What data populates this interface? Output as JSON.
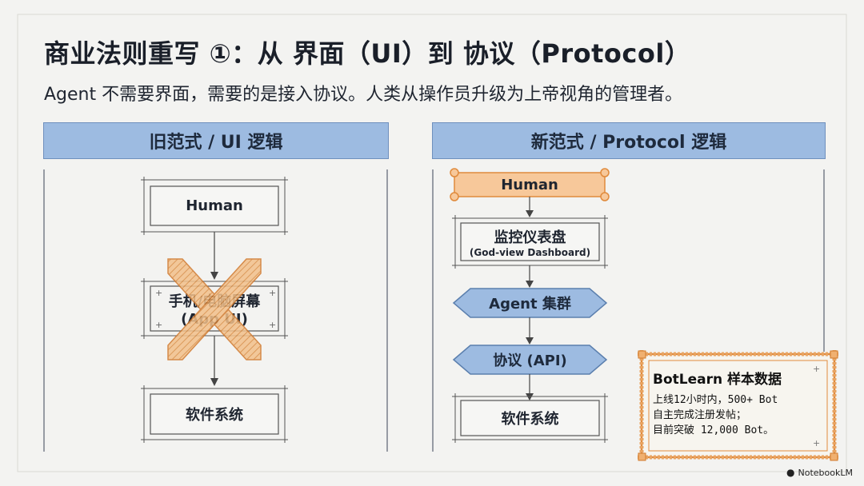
{
  "title": "商业法则重写 ①：从 界面（UI）到 协议（Protocol）",
  "subtitle": "Agent 不需要界面，需要的是接入协议。人类从操作员升级为上帝视角的管理者。",
  "left_panel": {
    "header": "旧范式 / UI 逻辑",
    "nodes": {
      "human": "Human",
      "screen_line1": "手机/电脑屏幕",
      "screen_line2": "(App UI)",
      "software": "软件系统"
    }
  },
  "right_panel": {
    "header": "新范式 / Protocol 逻辑",
    "nodes": {
      "human": "Human",
      "dashboard_line1": "监控仪表盘",
      "dashboard_line2": "(God-view Dashboard)",
      "agent_cluster": "Agent 集群",
      "protocol": "协议 (API)",
      "software": "软件系统"
    }
  },
  "note": {
    "title": "BotLearn 样本数据",
    "line1": "上线12小时内，500+ Bot",
    "line2": "自主完成注册发帖；",
    "line3": "目前突破 12,000 Bot。"
  },
  "brand": "NotebookLM",
  "colors": {
    "header_fill": "#9dbbe1",
    "accent_orange": "#e8a462",
    "line": "#4a5568"
  }
}
